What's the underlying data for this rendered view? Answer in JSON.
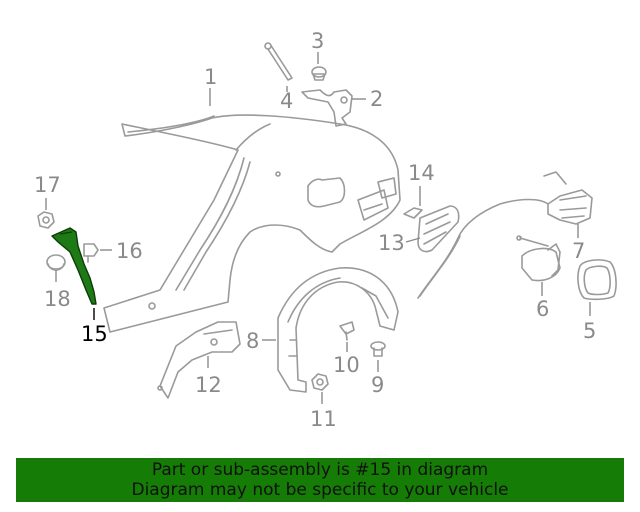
{
  "callouts": {
    "c1": "1",
    "c2": "2",
    "c3": "3",
    "c4": "4",
    "c5": "5",
    "c6": "6",
    "c7": "7",
    "c8": "8",
    "c9": "9",
    "c10": "10",
    "c11": "11",
    "c12": "12",
    "c13": "13",
    "c14": "14",
    "c15": "15",
    "c16": "16",
    "c17": "17",
    "c18": "18"
  },
  "highlight": {
    "part": "15",
    "color": "#1e7a14"
  },
  "banner": {
    "line1": "Part or sub-assembly is #15 in diagram",
    "line2": "Diagram may not be specific to your vehicle",
    "background": "#157c06"
  }
}
